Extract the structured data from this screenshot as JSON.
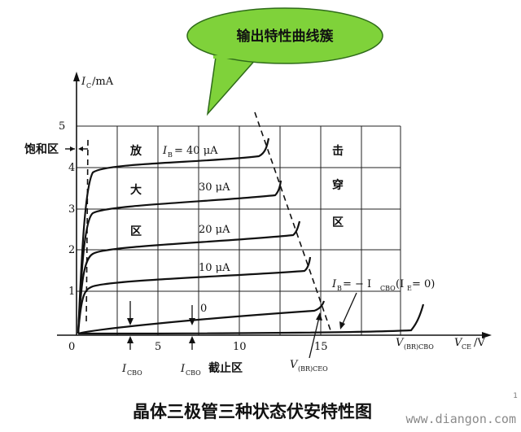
{
  "callout": {
    "text": "输出特性曲线簇",
    "fill": "#7fd23a",
    "stroke": "#2f6b1a"
  },
  "caption": "晶体三极管三种状态伏安特性图",
  "watermark": "www.diangon.com",
  "page_number": "1",
  "axes": {
    "y_label_main": "I",
    "y_label_sub": "C",
    "y_label_unit": "/mA",
    "y_ticks": [
      "1",
      "2",
      "3",
      "4",
      "5"
    ],
    "x_ticks": [
      "0",
      "5",
      "10",
      "15"
    ],
    "x_label_main": "V",
    "x_label_sub": "CE",
    "x_label_unit": "/V"
  },
  "regions": {
    "saturation": "饱和区",
    "amplify": [
      "放",
      "大",
      "区"
    ],
    "breakdown": [
      "击",
      "穿",
      "区"
    ],
    "cutoff": "截止区"
  },
  "curve_labels": [
    {
      "main": "I",
      "sub": "B",
      "rest": "= 40 μA"
    },
    {
      "text": "30 μA"
    },
    {
      "text": "20 μA"
    },
    {
      "text": "10 μA"
    },
    {
      "text": "0"
    }
  ],
  "annotations": {
    "icbo_top": "I",
    "icbo_top_sub": "CBO",
    "icbo_bottom": "I",
    "icbo_bottom_sub": "CBO",
    "vbrceo": "V",
    "vbrceo_sub": "(BR)CEO",
    "vbrcbo": "V",
    "vbrcbo_sub": "(BR)CBO",
    "ib_eq": "I",
    "ib_eq_sub": "B",
    "ib_eq_mid": " = − I",
    "ib_eq_sub2": "CBO",
    "ib_eq_paren": "(I",
    "ib_eq_sub3": "E",
    "ib_eq_tail": " = 0)"
  }
}
